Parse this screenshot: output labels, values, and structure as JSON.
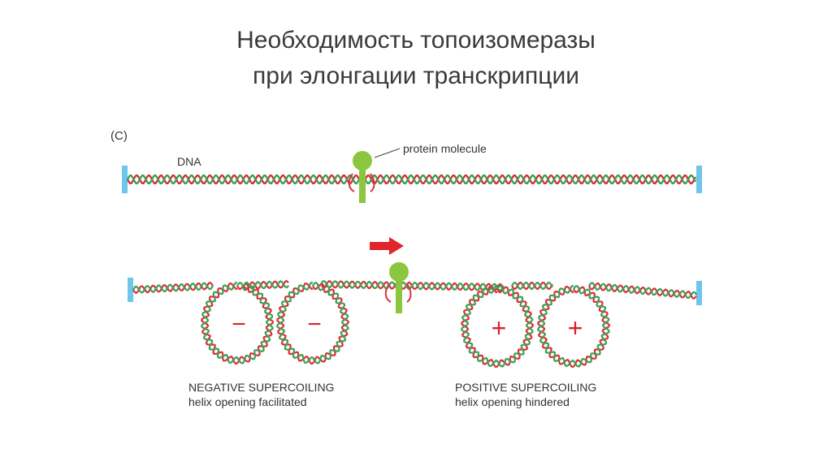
{
  "slide": {
    "title_line1": "Необходимость топоизомеразы",
    "title_line2": "при элонгации транскрипции"
  },
  "figure": {
    "panel_label": "(C)",
    "dna_label": "DNA",
    "protein_label": "protein molecule",
    "negative_sign": "−",
    "positive_sign": "+",
    "negative_title": "NEGATIVE SUPERCOILING",
    "negative_subtitle": "helix opening facilitated",
    "positive_title": "POSITIVE SUPERCOILING",
    "positive_subtitle": "helix opening hindered"
  },
  "colors": {
    "strand_red": "#d9313a",
    "strand_green": "#3f9e55",
    "protein_green": "#8cc63f",
    "anchor_blue": "#6ec6e8",
    "arrow_red": "#e0262d",
    "sign_red": "#d9232b"
  }
}
